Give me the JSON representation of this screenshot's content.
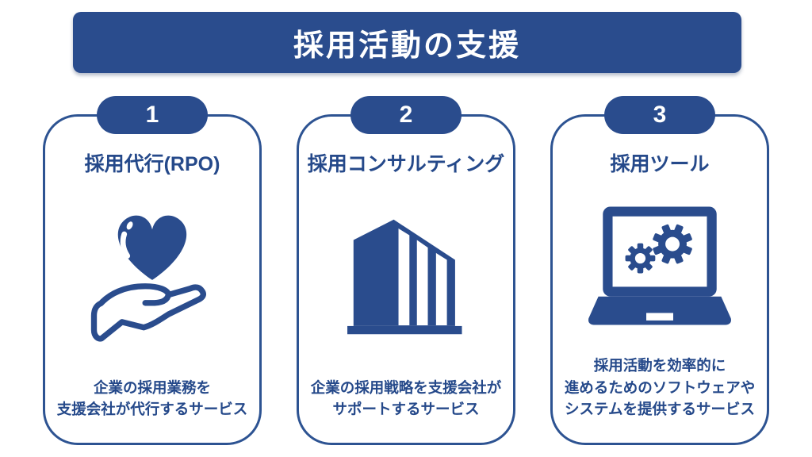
{
  "header": {
    "title": "採用活動の支援"
  },
  "colors": {
    "primary_blue": "#2a4c8d",
    "card_border_blue": "#2d5392",
    "text_navy": "#25498a",
    "background": "#ffffff"
  },
  "cards": [
    {
      "number": "1",
      "title": "採用代行(RPO)",
      "icon": "heart-in-hand-icon",
      "description_lines": [
        "企業の採用業務を",
        "支援会社が代行するサービス"
      ]
    },
    {
      "number": "2",
      "title": "採用コンサルティング",
      "icon": "building-icon",
      "description_lines": [
        "企業の採用戦略を支援会社が",
        "サポートするサービス"
      ]
    },
    {
      "number": "3",
      "title": "採用ツール",
      "icon": "laptop-gears-icon",
      "description_lines": [
        "採用活動を効率的に",
        "進めるためのソフトウェアや",
        "システムを提供するサービス"
      ]
    }
  ]
}
